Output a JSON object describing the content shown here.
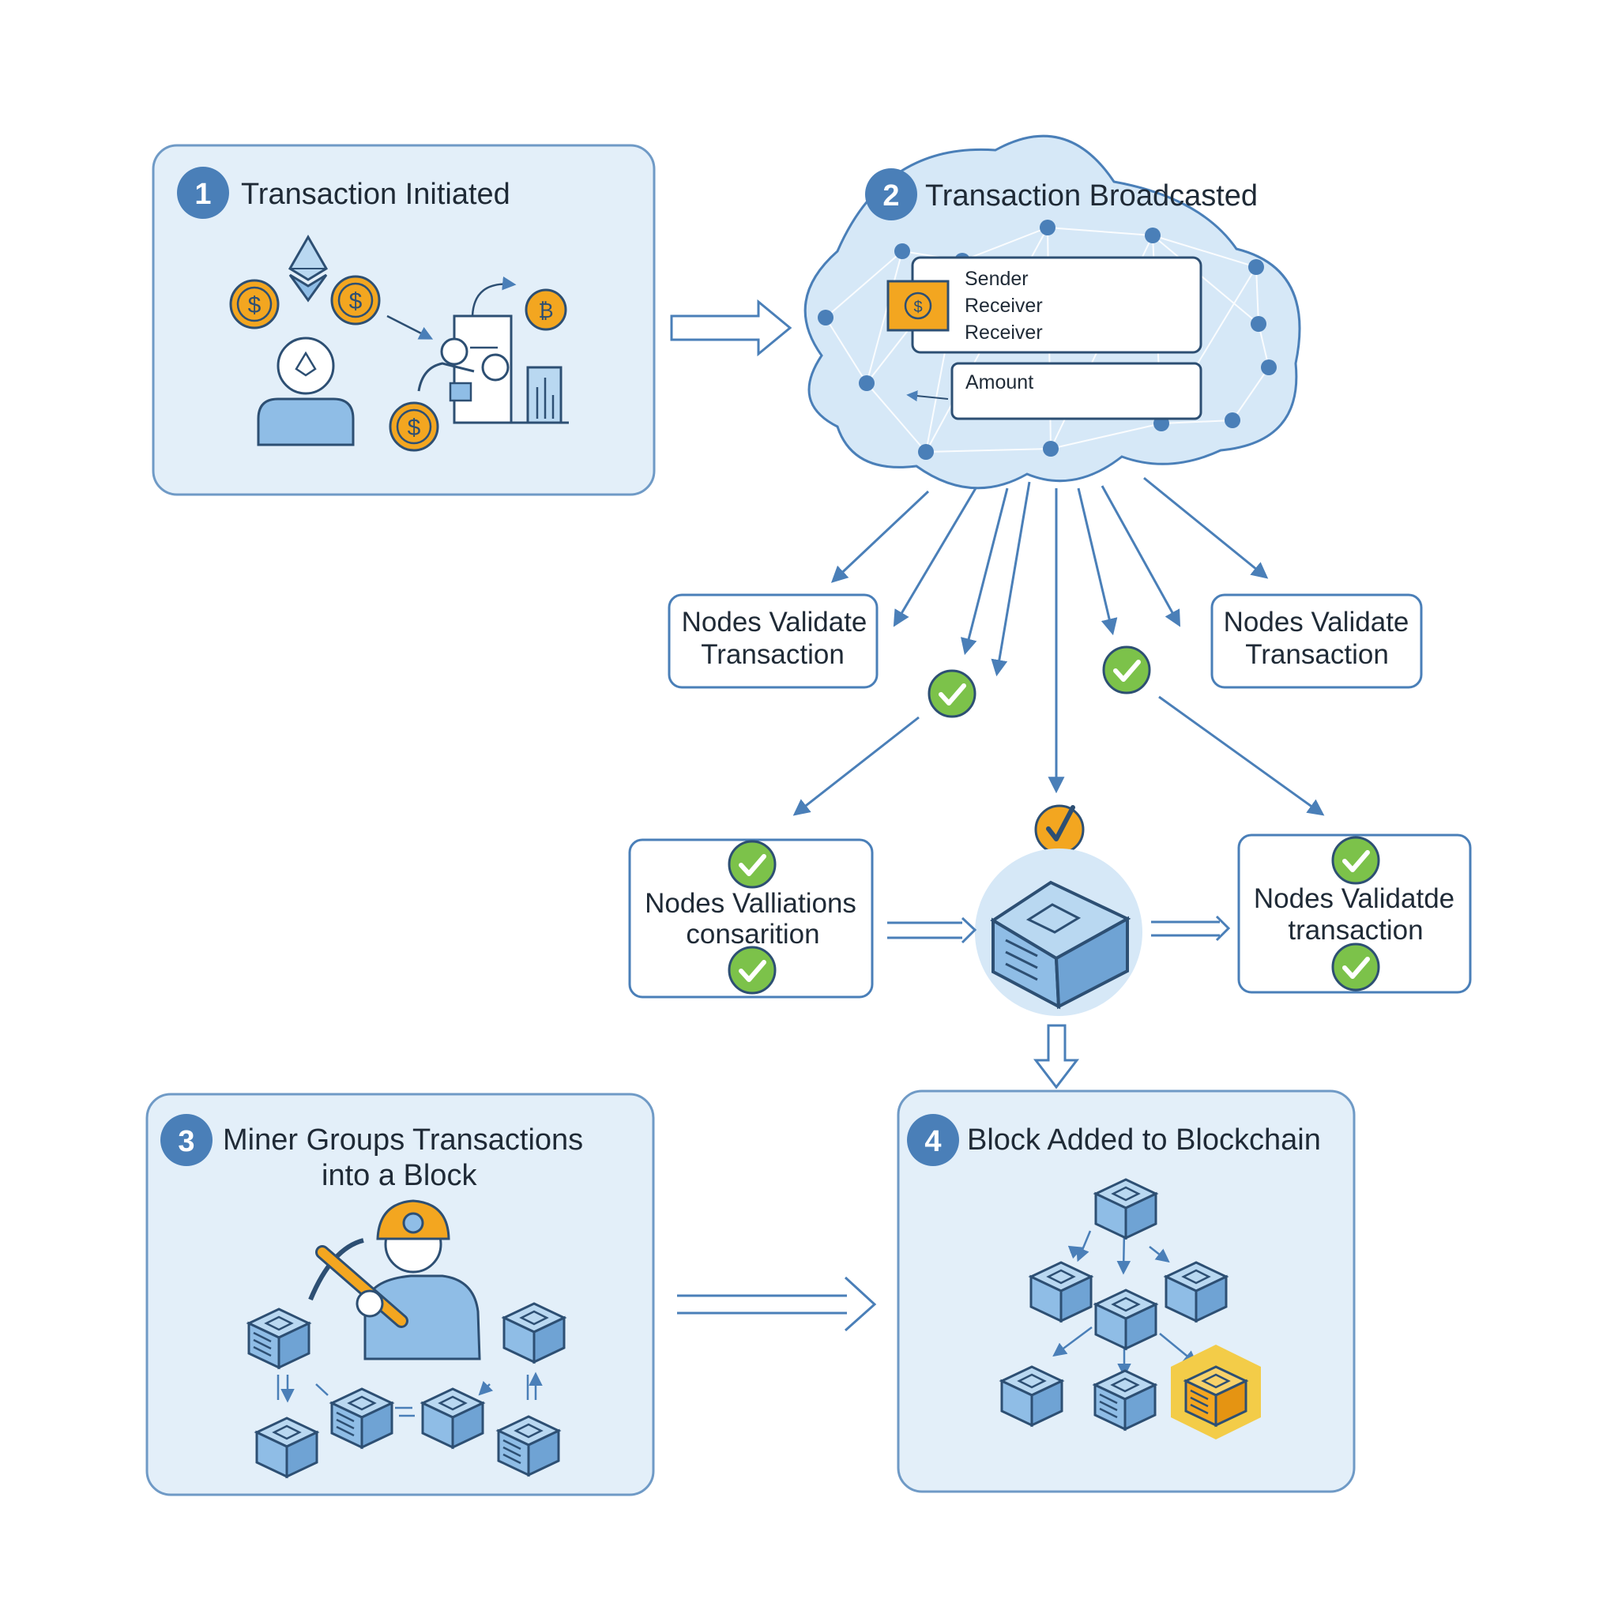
{
  "steps": [
    {
      "number": "1",
      "title": "Transaction Initiated"
    },
    {
      "number": "2",
      "title": "Transaction Broadcasted"
    },
    {
      "number": "3",
      "title_line1": "Miner Groups Transactions",
      "title_line2": "into a Block"
    },
    {
      "number": "4",
      "title": "Block Added to Blockchain"
    }
  ],
  "transaction_form": {
    "sender": "Sender",
    "receiver_1": "Receiver",
    "receiver_2": "Receiver",
    "amount": "Amount"
  },
  "nodes": {
    "top_left": {
      "line1": "Nodes Validate",
      "line2": "Transaction"
    },
    "top_right": {
      "line1": "Nodes Validate",
      "line2": "Transaction"
    },
    "mid_left": {
      "line1": "Nodes Valliations",
      "line2": "consarition"
    },
    "mid_right": {
      "line1": "Nodes Validatde",
      "line2": "transaction"
    }
  },
  "colors": {
    "panel_fill": "#e3eff9",
    "panel_stroke": "#6f9ac6",
    "accent_blue": "#4a7fb8",
    "block_blue": "#8fbde6",
    "coin_gold": "#f3a620",
    "check_green": "#7cc24a"
  },
  "icons": [
    "ethereum-icon",
    "coin-icon",
    "person-icon",
    "network-cloud-icon",
    "check-icon",
    "block-icon",
    "miner-icon",
    "pickaxe-icon",
    "blockchain-icon"
  ]
}
